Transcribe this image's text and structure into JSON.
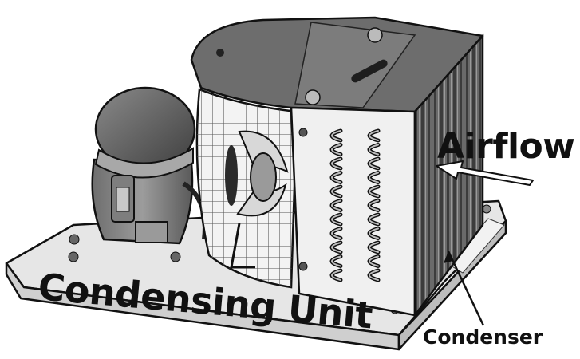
{
  "labels": {
    "title": "Condensing Unit",
    "airflow": "Airflow",
    "condenser": "Condenser"
  },
  "parts": [
    {
      "name": "base-plate"
    },
    {
      "name": "compressor"
    },
    {
      "name": "fan-guard"
    },
    {
      "name": "fan-blade"
    },
    {
      "name": "condenser-coil"
    },
    {
      "name": "shroud"
    }
  ]
}
